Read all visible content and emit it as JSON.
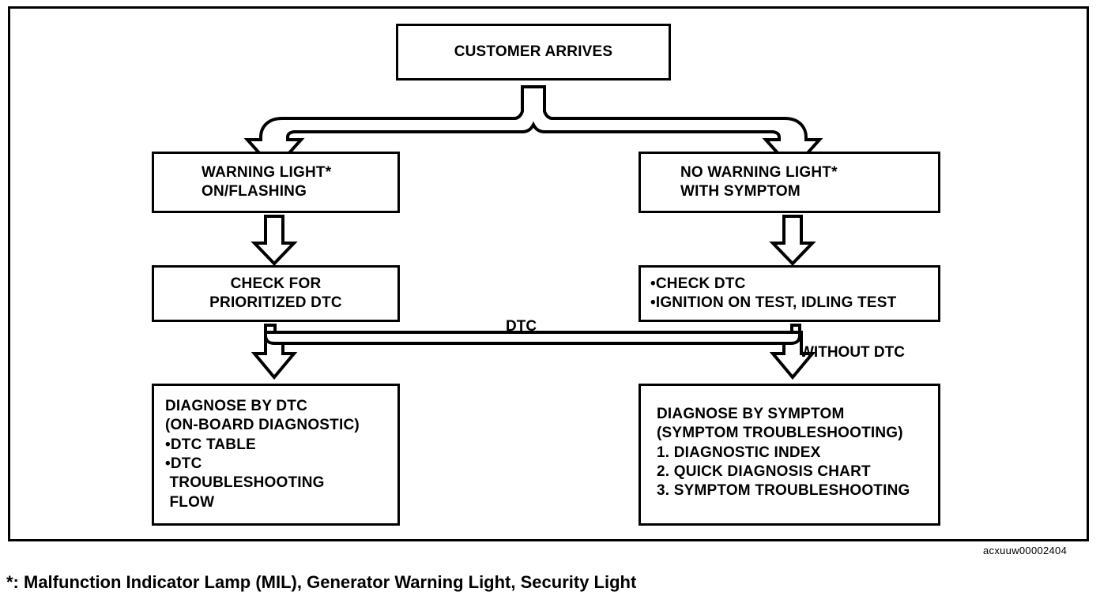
{
  "diagram": {
    "title": "Diagnostic Procedure Flow Chart",
    "frame_color": "#000000",
    "background_color": "#ffffff",
    "boxes": {
      "customer": {
        "lines": [
          "CUSTOMER ARRIVES"
        ]
      },
      "warning_light": {
        "lines": [
          "WARNING LIGHT*",
          "ON/FLASHING"
        ]
      },
      "no_warning_light": {
        "lines": [
          "NO WARNING LIGHT*",
          "WITH SYMPTOM"
        ]
      },
      "check_for_prioritized": {
        "lines": [
          "CHECK FOR",
          "PRIORITIZED DTC"
        ]
      },
      "check_dtc": {
        "lines": [
          "•CHECK DTC",
          "•IGNITION ON TEST, IDLING TEST"
        ]
      },
      "diagnose_by_dtc": {
        "lines": [
          "DIAGNOSE BY DTC",
          "(ON-BOARD DIAGNOSTIC)",
          "•DTC TABLE",
          "•DTC",
          " TROUBLESHOOTING",
          " FLOW"
        ]
      },
      "diagnose_by_symptom": {
        "lines": [
          "DIAGNOSE BY SYMPTOM",
          "(SYMPTOM TROUBLESHOOTING)",
          "1. DIAGNOSTIC INDEX",
          "2. QUICK DIAGNOSIS CHART",
          "3. SYMPTOM TROUBLESHOOTING"
        ]
      }
    },
    "edge_labels": {
      "dtc": "DTC",
      "without_dtc": "WITHOUT DTC"
    },
    "figure_code": "acxuuw00002404",
    "footnote": "*: Malfunction Indicator Lamp (MIL), Generator Warning Light, Security Light"
  }
}
